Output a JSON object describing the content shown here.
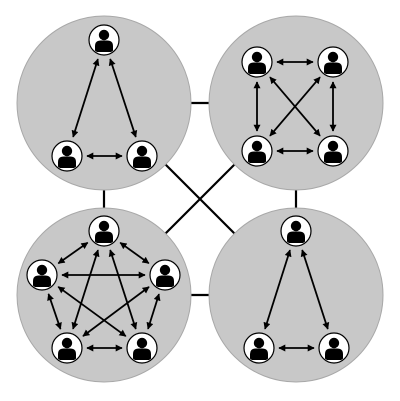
{
  "colors": {
    "background": "#ffffff",
    "group_fill": "#c8c8c8",
    "group_stroke": "#a8a8a8",
    "connector": "#000000",
    "arrow": "#000000",
    "node_fill": "#ffffff",
    "node_stroke": "#000000",
    "person": "#000000"
  },
  "icons": {
    "member": "person-icon",
    "link": "double-headed-arrow"
  },
  "groups": [
    {
      "name": "top-left-group",
      "members": 3,
      "topology": "fully-connected"
    },
    {
      "name": "top-right-group",
      "members": 4,
      "topology": "fully-connected"
    },
    {
      "name": "bottom-left-group",
      "members": 5,
      "topology": "fully-connected"
    },
    {
      "name": "bottom-right-group",
      "members": 3,
      "topology": "fully-connected"
    }
  ],
  "group_links": [
    [
      "top-left-group",
      "top-right-group"
    ],
    [
      "top-left-group",
      "bottom-left-group"
    ],
    [
      "top-right-group",
      "bottom-right-group"
    ],
    [
      "bottom-left-group",
      "bottom-right-group"
    ],
    [
      "top-left-group",
      "bottom-right-group"
    ],
    [
      "top-right-group",
      "bottom-left-group"
    ]
  ]
}
